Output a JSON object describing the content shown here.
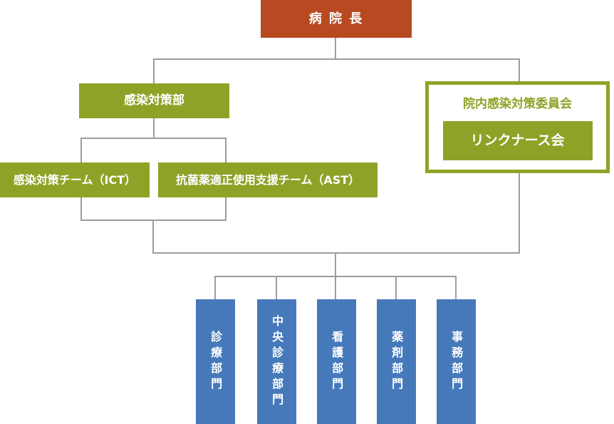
{
  "colors": {
    "orange": "#b74a21",
    "green": "#8fa228",
    "blue": "#4579ba",
    "line": "#9d9d9d"
  },
  "nodes": {
    "director": {
      "label": "病 院 長"
    },
    "infection_control_dept": {
      "label": "感染対策部"
    },
    "committee": {
      "title": "院内感染対策委員会",
      "link_nurse": "リンクナース会"
    },
    "ict": {
      "label": "感染対策チーム（ICT）"
    },
    "ast": {
      "label": "抗菌薬適正使用支援チーム（AST）"
    },
    "departments": [
      {
        "label": "診療部門"
      },
      {
        "label": "中央診療部門"
      },
      {
        "label": "看護部門"
      },
      {
        "label": "薬剤部門"
      },
      {
        "label": "事務部門"
      }
    ]
  }
}
